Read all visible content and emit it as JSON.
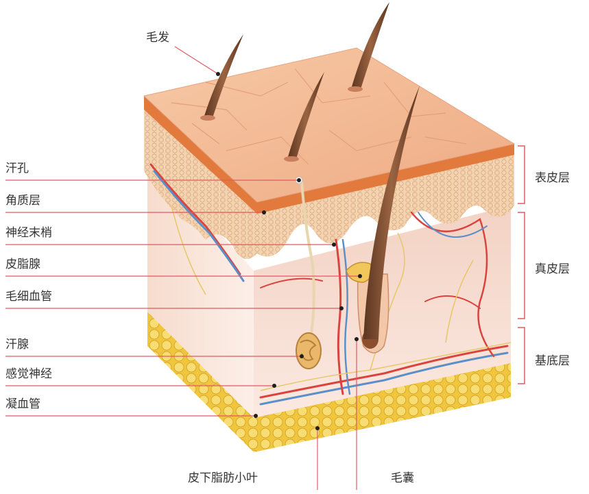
{
  "labels": {
    "hair": "毛发",
    "sweat_pore": "汗孔",
    "stratum_corneum": "角质层",
    "nerve_ending": "神经末梢",
    "sebaceous_gland": "皮脂腺",
    "capillary": "毛细血管",
    "sweat_gland": "汗腺",
    "sensory_nerve": "感觉神经",
    "blood_vessel": "凝血管",
    "fat_lobule": "皮下脂肪小叶",
    "hair_follicle": "毛囊"
  },
  "layers": {
    "epidermis": "表皮层",
    "dermis": "真皮层",
    "hypodermis": "基底层"
  },
  "colors": {
    "leader": "#e05a64",
    "bracket": "#e05a64",
    "skin_top": "#f0b590",
    "epidermis_band": "#e27a3e",
    "dermis": "#f6ddd2",
    "fat": "#f3cf54",
    "hair": "#7a4a2c"
  }
}
